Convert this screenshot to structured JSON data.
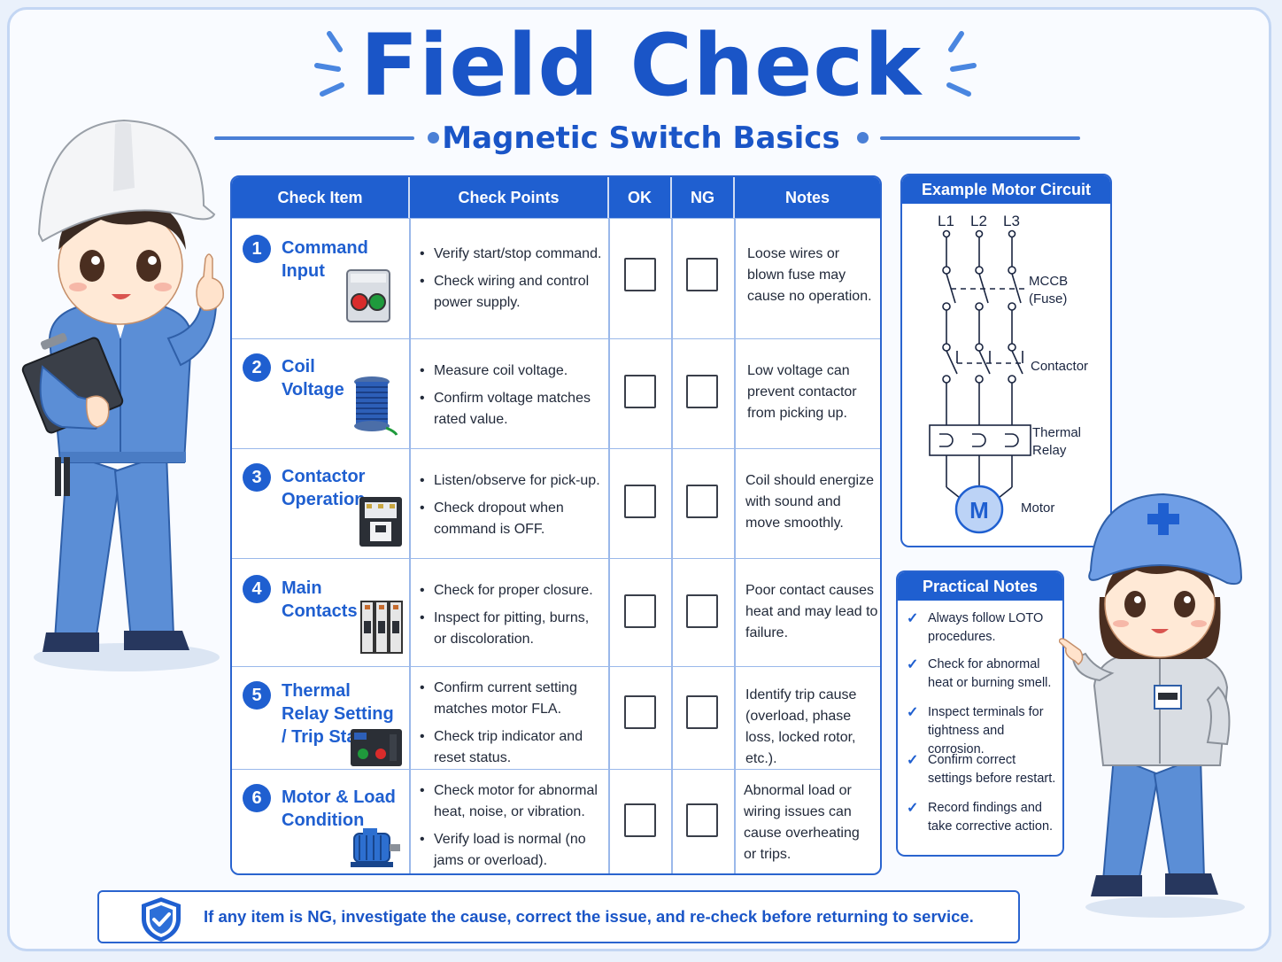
{
  "header": {
    "title": "Field Check",
    "subtitle": "Magnetic Switch Basics"
  },
  "table": {
    "columns": [
      "Check Item",
      "Check Points",
      "OK",
      "NG",
      "Notes"
    ],
    "rows": [
      {
        "num": "1",
        "item": "Command Input",
        "icon": "control-station-icon",
        "points": [
          "Verify start/stop command.",
          "Check wiring and control power supply."
        ],
        "note": "Loose wires or blown fuse may cause no operation."
      },
      {
        "num": "2",
        "item": "Coil Voltage",
        "icon": "coil-icon",
        "points": [
          "Measure coil voltage.",
          "Confirm voltage matches rated value."
        ],
        "note": "Low voltage can prevent contactor from picking up."
      },
      {
        "num": "3",
        "item": "Contactor Operation",
        "icon": "contactor-icon",
        "points": [
          "Listen/observe for pick-up.",
          "Check dropout when command is OFF."
        ],
        "note": "Coil should energize with sound and move smoothly."
      },
      {
        "num": "4",
        "item": "Main Contacts",
        "icon": "contacts-icon",
        "points": [
          "Check for proper closure.",
          "Inspect for pitting, burns, or discoloration."
        ],
        "note": "Poor contact causes heat and may lead to failure."
      },
      {
        "num": "5",
        "item": "Thermal Relay Setting / Trip Status",
        "icon": "thermal-relay-icon",
        "points": [
          "Confirm current setting matches motor FLA.",
          "Check trip indicator and reset status."
        ],
        "note": "Identify trip cause (overload, phase loss, locked rotor, etc.)."
      },
      {
        "num": "6",
        "item": "Motor & Load Condition",
        "icon": "motor-icon",
        "points": [
          "Check motor for abnormal heat, noise, or vibration.",
          "Verify load is normal (no jams or overload)."
        ],
        "note": "Abnormal load or wiring issues can cause overheating or trips."
      }
    ]
  },
  "circuit": {
    "title": "Example Motor Circuit",
    "phases": [
      "L1",
      "L2",
      "L3"
    ],
    "mccb_label": "MCCB (Fuse)",
    "contactor_label": "Contactor",
    "thermal_label": "Thermal Relay",
    "motor_symbol": "M",
    "motor_label": "Motor"
  },
  "practical_notes": {
    "title": "Practical Notes",
    "items": [
      "Always follow LOTO procedures.",
      "Check for abnormal heat or burning smell.",
      "Inspect terminals for tightness and corrosion.",
      "Confirm correct settings before restart.",
      "Record findings and take corrective action."
    ]
  },
  "footer": {
    "text": "If any item is NG, investigate the cause, correct the issue, and re-check before returning to service."
  },
  "colors": {
    "accent": "#1f5fd0",
    "title": "#1a55c7",
    "grid": "#9ab8ea",
    "background": "#f9fbff"
  }
}
